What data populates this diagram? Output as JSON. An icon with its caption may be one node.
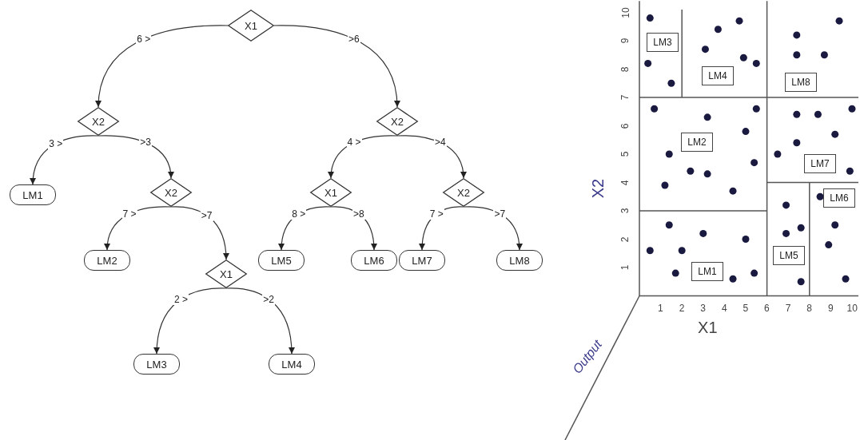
{
  "diagram": {
    "nodes": [
      {
        "text": [
          "X1"
        ]
      },
      {
        "text": [
          "X2"
        ]
      },
      {
        "text": [
          "X2"
        ]
      },
      {
        "text": [
          "LM1"
        ]
      },
      {
        "text": [
          "X2"
        ]
      },
      {
        "text": [
          "X1"
        ]
      },
      {
        "text": [
          "X2"
        ]
      },
      {
        "text": [
          "LM2"
        ]
      },
      {
        "text": [
          "LM5"
        ]
      },
      {
        "text": [
          "LM6"
        ]
      },
      {
        "text": [
          "LM7"
        ]
      },
      {
        "text": [
          "LM8"
        ]
      },
      {
        "text": [
          "X1"
        ]
      },
      {
        "text": [
          "LM3"
        ]
      },
      {
        "text": [
          "LM4"
        ]
      },
      {
        "text": [
          "LM3"
        ]
      },
      {
        "text": [
          "LM4"
        ]
      },
      {
        "text": [
          "LM8"
        ]
      },
      {
        "text": [
          "LM2"
        ]
      },
      {
        "text": [
          "LM7"
        ]
      },
      {
        "text": [
          "LM6"
        ]
      },
      {
        "text": [
          "LM5"
        ]
      },
      {
        "text": [
          "LM1"
        ]
      }
    ],
    "edges": [
      {
        "from": 0,
        "to": 1,
        "arrow": "to",
        "label": "6 >"
      },
      {
        "from": 0,
        "to": 2,
        "arrow": "to",
        "label": ">6"
      },
      {
        "from": 1,
        "to": 3,
        "arrow": "to",
        "label": "3 >"
      },
      {
        "from": 1,
        "to": 4,
        "arrow": "to",
        "label": ">3"
      },
      {
        "from": 2,
        "to": 5,
        "arrow": "to",
        "label": "4 >"
      },
      {
        "from": 2,
        "to": 6,
        "arrow": "to",
        "label": ">4"
      },
      {
        "from": 4,
        "to": 7,
        "arrow": "to",
        "label": "7 >"
      },
      {
        "from": 4,
        "to": 12,
        "arrow": "to",
        "label": ">7"
      },
      {
        "from": 5,
        "to": 8,
        "arrow": "to",
        "label": "8 >"
      },
      {
        "from": 5,
        "to": 9,
        "arrow": "to",
        "label": ">8"
      },
      {
        "from": 6,
        "to": 10,
        "arrow": "to",
        "label": "7 >"
      },
      {
        "from": 6,
        "to": 11,
        "arrow": "to",
        "label": ">7"
      },
      {
        "from": 12,
        "to": 13,
        "arrow": "to",
        "label": "2 >"
      },
      {
        "from": 12,
        "to": 14,
        "arrow": "to",
        "label": ">2"
      }
    ],
    "labels": [
      "Output"
    ],
    "chart_data": {
      "type": "scatter",
      "xlabel": "X1",
      "ylabel": "X2",
      "x": [
        0.5,
        3.7,
        4.7,
        3.1,
        4.9,
        5.5,
        0.4,
        1.5,
        7.4,
        7.4,
        8.7,
        9.4,
        0.7,
        3.2,
        5.5,
        5.0,
        1.4,
        2.4,
        3.2,
        5.4,
        1.2,
        4.4,
        7.4,
        8.4,
        10.0,
        9.2,
        7.4,
        6.5,
        9.9,
        8.5,
        6.9,
        1.4,
        3.0,
        5.0,
        0.5,
        2.0,
        1.7,
        4.4,
        5.4,
        6.9,
        7.6,
        7.6,
        9.2,
        8.9,
        9.7
      ],
      "series": [
        {
          "color": "#1a1a40",
          "values": [
            9.8,
            9.4,
            9.7,
            8.7,
            8.4,
            8.2,
            8.2,
            7.5,
            9.2,
            8.5,
            8.5,
            9.7,
            6.6,
            6.3,
            6.6,
            5.8,
            5.0,
            4.4,
            4.3,
            4.7,
            3.9,
            3.7,
            6.4,
            6.4,
            6.6,
            5.7,
            5.4,
            5.0,
            4.4,
            3.5,
            3.2,
            2.5,
            2.2,
            2.0,
            1.6,
            1.6,
            0.8,
            0.6,
            0.8,
            2.2,
            2.4,
            0.5,
            2.5,
            1.8,
            0.6
          ]
        },
        {
          "type": "line",
          "color": "#555555",
          "x": [
            6,
            6
          ],
          "values": [
            0,
            10.4
          ]
        },
        {
          "type": "line",
          "color": "#555555",
          "x": [
            0,
            6
          ],
          "values": [
            3,
            3
          ]
        },
        {
          "type": "line",
          "color": "#555555",
          "x": [
            0,
            10.3
          ],
          "values": [
            7,
            7
          ]
        },
        {
          "type": "line",
          "color": "#555555",
          "x": [
            2,
            2
          ],
          "values": [
            7,
            10.1
          ]
        },
        {
          "type": "line",
          "color": "#555555",
          "x": [
            6,
            10.3
          ],
          "values": [
            4,
            4
          ]
        },
        {
          "type": "line",
          "color": "#555555",
          "x": [
            8,
            8
          ],
          "values": [
            0,
            4
          ]
        }
      ],
      "xticks": [
        1,
        2,
        3,
        4,
        5,
        6,
        7,
        8,
        9,
        10
      ],
      "yticks": [
        1,
        2,
        3,
        4,
        5,
        6,
        7,
        8,
        9,
        10
      ],
      "xlim": [
        0,
        10.3
      ],
      "ylim": [
        0,
        10.4
      ]
    }
  }
}
